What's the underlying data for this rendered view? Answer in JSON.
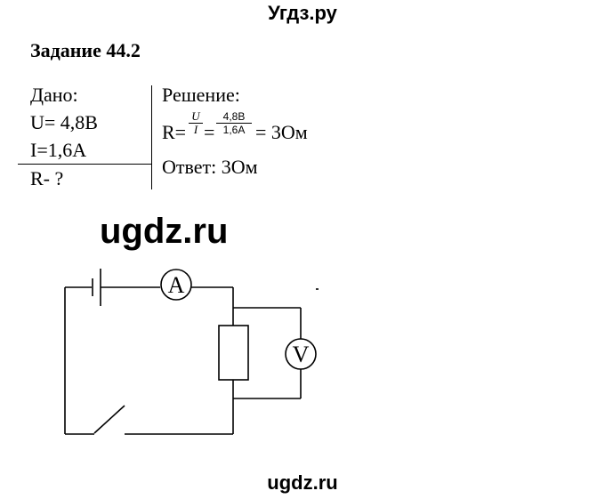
{
  "header": {
    "site": "Угдз.ру"
  },
  "task": {
    "title": "Задание 44.2"
  },
  "given": {
    "heading": "Дано:",
    "line1": "U= 4,8В",
    "line2": "I=1,6А",
    "find": "R- ?"
  },
  "solution": {
    "heading": "Решение:",
    "r_prefix": "R=",
    "sym_num": "U",
    "sym_den": "I",
    "eq1": "=",
    "val_num": "4,8В",
    "val_den": "1,6А",
    "result": "= 3Ом",
    "answer": "Ответ: 3Ом"
  },
  "circuit": {
    "ammeter_label": "A",
    "voltmeter_label": "V"
  },
  "watermark": {
    "middle": "ugdz.ru",
    "bottom": "ugdz.ru"
  }
}
